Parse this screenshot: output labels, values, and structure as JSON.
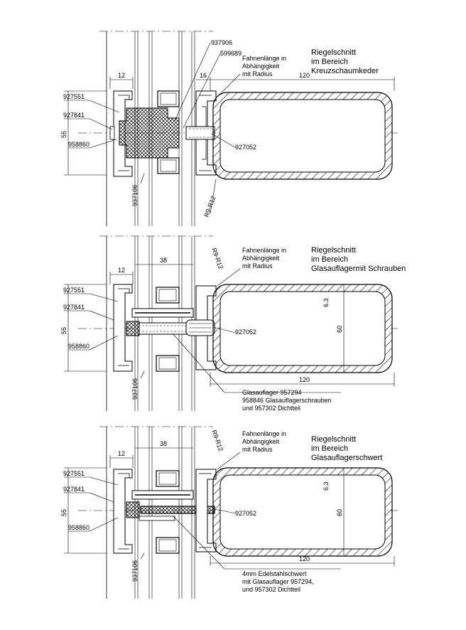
{
  "sections": [
    {
      "title": [
        "Riegelschnitt",
        "im Bereich",
        "Kreuzschaumkeder"
      ],
      "note": [
        "Fahnenlänge in",
        "Abhängigkeit",
        "mit Radius"
      ],
      "parts": {
        "p1": "927551",
        "p2": "927841",
        "p3": "958860",
        "p4": "937106",
        "p5": "927052",
        "p6": "937906",
        "p7": "599689"
      },
      "radius": "R9-R12",
      "dims": {
        "d12": "12",
        "d16": "16",
        "d55": "55",
        "d120": "120"
      }
    },
    {
      "title": [
        "Riegelschnitt",
        "im Bereich",
        "Glasauflagermit Schrauben"
      ],
      "note": [
        "Fahnenlänge in",
        "Abhängigkeit",
        "mit Radius"
      ],
      "parts": {
        "p1": "927551",
        "p2": "927841",
        "p3": "958860",
        "p4": "937106",
        "p5": "927052"
      },
      "radius": "R9-R12",
      "dims": {
        "d12": "12",
        "d38": "38",
        "d55": "55",
        "d120": "120",
        "d60": "60",
        "d63": "6.3"
      },
      "callout": [
        "Glasauflager 957294",
        "958846 Glasauflagerschrauben",
        "und 957302 Dichtteil"
      ]
    },
    {
      "title": [
        "Riegelschnitt",
        "im Bereich",
        "Glasauflagerschwert"
      ],
      "note": [
        "Fahnenlänge in",
        "Abhängigkeit",
        "mit Radius"
      ],
      "parts": {
        "p1": "927551",
        "p2": "927841",
        "p3": "958860",
        "p4": "937106",
        "p5": "927052"
      },
      "radius": "R9-R12",
      "dims": {
        "d12": "12",
        "d38": "38",
        "d55": "55",
        "d120": "120",
        "d60": "60",
        "d63": "6.3"
      },
      "callout": [
        "4mm Edelstahlschwert",
        "mit Glasauflager 957294,",
        "und 957302 Dichtteil"
      ]
    }
  ]
}
